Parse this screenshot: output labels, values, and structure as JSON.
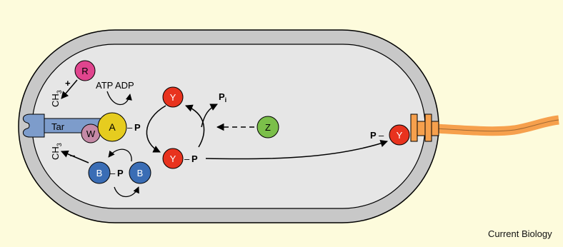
{
  "colors": {
    "background": "#fdfbdc",
    "cell_wall": "#c8c8c8",
    "cytoplasm": "#e6e6e6",
    "receptor": "#7d9ccb",
    "flagellum": "#f6a04d",
    "protein_r": "#e0458e",
    "protein_w": "#c58aa6",
    "protein_a": "#e6cc1f",
    "protein_y": "#e8331e",
    "protein_b": "#3a6db5",
    "protein_z": "#7bbf4a"
  },
  "labels": {
    "r": "R",
    "w": "W",
    "a": "A",
    "y_top": "Y",
    "y_mid": "Y",
    "y_motor": "Y",
    "b_left": "B",
    "b_right": "B",
    "z": "Z",
    "p": "P",
    "pi_main": "P",
    "pi_sub": "i",
    "atp_adp": "ATP ADP",
    "tar": "Tar",
    "ch3_base": "CH",
    "ch3_sub": "3",
    "plus": "+",
    "minus": "–",
    "dash": "–"
  },
  "credit": "Current Biology"
}
